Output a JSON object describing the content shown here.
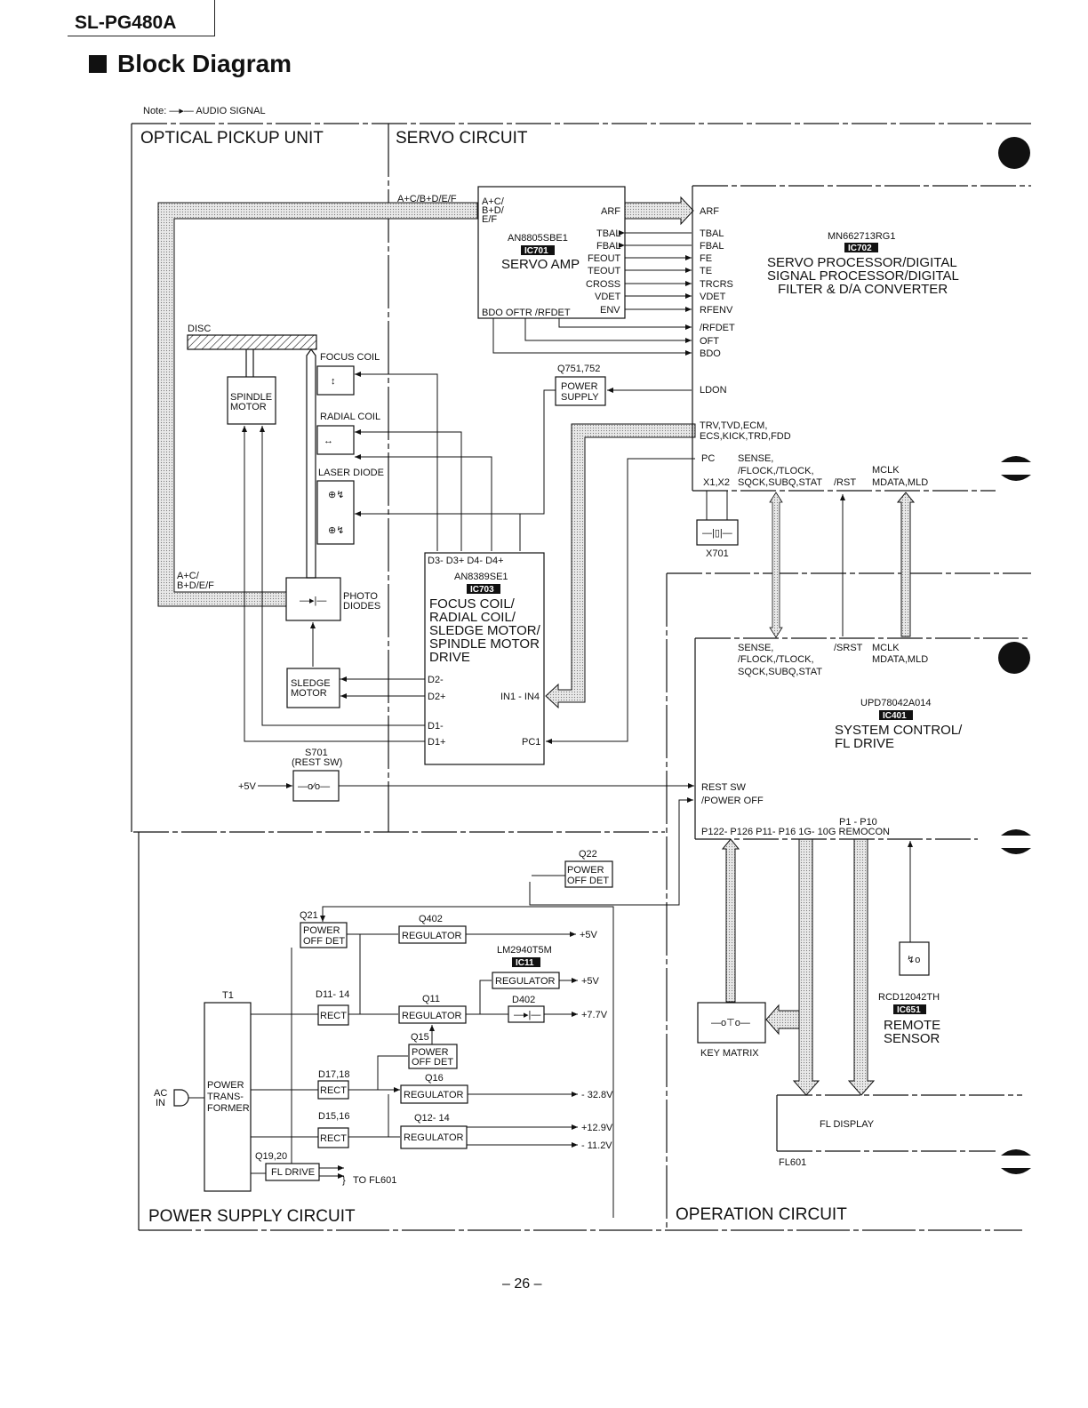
{
  "model": "SL-PG480A",
  "title": "Block Diagram",
  "note": "Note: —▸— AUDIO SIGNAL",
  "page_number": "– 26 –",
  "sections": {
    "optical": "OPTICAL PICKUP UNIT",
    "servo": "SERVO CIRCUIT",
    "power": "POWER SUPPLY CIRCUIT",
    "operation": "OPERATION CIRCUIT"
  },
  "pickup": {
    "disc": "DISC",
    "spindle_motor": [
      "SPINDLE",
      "MOTOR"
    ],
    "focus_coil": "FOCUS COIL",
    "radial_coil": "RADIAL COIL",
    "laser_diode": "LASER DIODE",
    "abcdef": [
      "A+C/",
      "B+D/E/F"
    ],
    "photo_diodes": [
      "PHOTO",
      "DIODES"
    ],
    "sledge_motor": [
      "SLEDGE",
      "MOTOR"
    ],
    "s701": [
      "S701",
      "(REST SW)"
    ],
    "plus5v": "+5V"
  },
  "ic701": {
    "input_label": "A+C/B+D/E/F",
    "pins_left": [
      "A+C/",
      "B+D/",
      "E/F"
    ],
    "part": "AN8805SBE1",
    "ic": "IC701",
    "name": "SERVO AMP",
    "pins_right": [
      "ARF",
      "TBAL",
      "FBAL",
      "FEOUT",
      "TEOUT",
      "CROSS",
      "VDET",
      "ENV"
    ],
    "pins_bottom": "BDO  OFTR  /RFDET"
  },
  "ic702": {
    "part": "MN662713RG1",
    "ic": "IC702",
    "name": [
      "SERVO PROCESSOR/DIGITAL",
      "SIGNAL PROCESSOR/DIGITAL",
      "FILTER & D/A CONVERTER"
    ],
    "pins": [
      "ARF",
      "TBAL",
      "FBAL",
      "FE",
      "TE",
      "TRCRS",
      "VDET",
      "RFENV",
      "/RFDET",
      "OFT",
      "BDO",
      "LDON"
    ],
    "ctrl": [
      "TRV,TVD,ECM,",
      "ECS,KICK,TRD,FDD"
    ],
    "pc": "PC",
    "sense": [
      "SENSE,",
      "/FLOCK,/TLOCK,",
      "SQCK,SUBQ,STAT"
    ],
    "x12": "X1,X2",
    "rst": "/RST",
    "mclk": [
      "MCLK",
      "MDATA,MLD"
    ]
  },
  "q751": {
    "label": "Q751,752",
    "box": [
      "POWER",
      "SUPPLY"
    ]
  },
  "x701": "X701",
  "ic703": {
    "pins_top": "D3-  D3+  D4-  D4+",
    "part": "AN8389SE1",
    "ic": "IC703",
    "name": [
      "FOCUS COIL/",
      "RADIAL COIL/",
      "SLEDGE MOTOR/",
      "SPINDLE MOTOR",
      "DRIVE"
    ],
    "pins_left": [
      "D2-",
      "D2+",
      "D1-",
      "D1+"
    ],
    "in": "IN1 - IN4",
    "pc1": "PC1"
  },
  "ic401": {
    "sense": [
      "SENSE,",
      "/FLOCK,/TLOCK,",
      "SQCK,SUBQ,STAT"
    ],
    "srst": "/SRST",
    "mclk": [
      "MCLK",
      "MDATA,MLD"
    ],
    "part": "UPD78042A014",
    "ic": "IC401",
    "name": [
      "SYSTEM CONTROL/",
      "FL DRIVE"
    ],
    "rest_sw": "REST SW",
    "power_off": "/POWER OFF",
    "p1_p10": "P1 - P10",
    "ports": "P122- P126     P11- P16   1G- 10G   REMOCON"
  },
  "power": {
    "q22": "Q22",
    "power_off_det": [
      "POWER",
      "OFF DET"
    ],
    "q21": "Q21",
    "q402": "Q402",
    "regulator": "REGULATOR",
    "lm": "LM2940T5M",
    "ic11": "IC11",
    "t1": "T1",
    "d1114": "D11- 14",
    "q11": "Q11",
    "d402": "D402",
    "q15": "Q15",
    "rect": "RECT",
    "d1718": "D17,18",
    "q16": "Q16",
    "d1516": "D15,16",
    "q1214": "Q12- 14",
    "q1920": "Q19,20",
    "fl_drive": "FL DRIVE",
    "to_fl601": "TO FL601",
    "ac_in": [
      "AC",
      "IN"
    ],
    "transformer": [
      "POWER",
      "TRANS-",
      "FORMER"
    ],
    "outputs": [
      "+5V",
      "+5V",
      "+7.7V",
      "- 32.8V",
      "+12.9V",
      "- 11.2V"
    ]
  },
  "operation": {
    "key_matrix": "KEY MATRIX",
    "rcd": "RCD12042TH",
    "ic651": "IC651",
    "remote": [
      "REMOTE",
      "SENSOR"
    ],
    "fl_display": "FL DISPLAY",
    "fl601": "FL601"
  }
}
